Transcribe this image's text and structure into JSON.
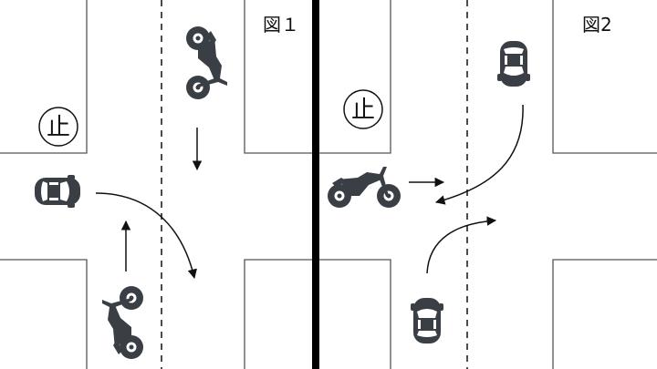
{
  "figures": [
    {
      "label": "図１",
      "stop_sign": "止"
    },
    {
      "label": "図2",
      "stop_sign": "止"
    }
  ],
  "colors": {
    "vehicle": "#3a3f45",
    "line": "#111111",
    "block": "#555555",
    "divider": "#000000"
  },
  "icons": [
    "motorcycle-icon",
    "car-icon",
    "arrow-icon",
    "stop-sign-icon"
  ]
}
